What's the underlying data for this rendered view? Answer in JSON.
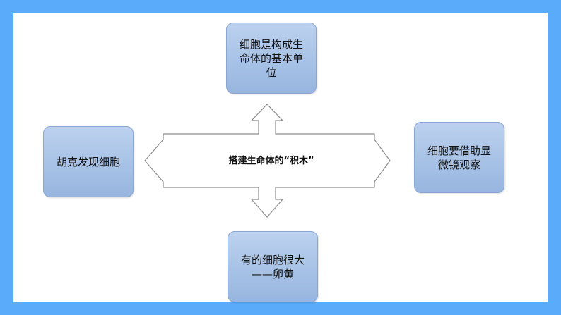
{
  "diagram": {
    "center_label": "搭建生命体的“积木”",
    "nodes": {
      "top": "细胞是构成生\n命体的基本单\n位",
      "left": "胡克发现细胞",
      "right": "细胞要借助显\n微镜观察",
      "bottom": "有的细胞很大\n——卵黄"
    }
  },
  "colors": {
    "frame": "#5aabfa",
    "node_fill": "#a7c2e6",
    "arrow_stroke": "#888888"
  }
}
